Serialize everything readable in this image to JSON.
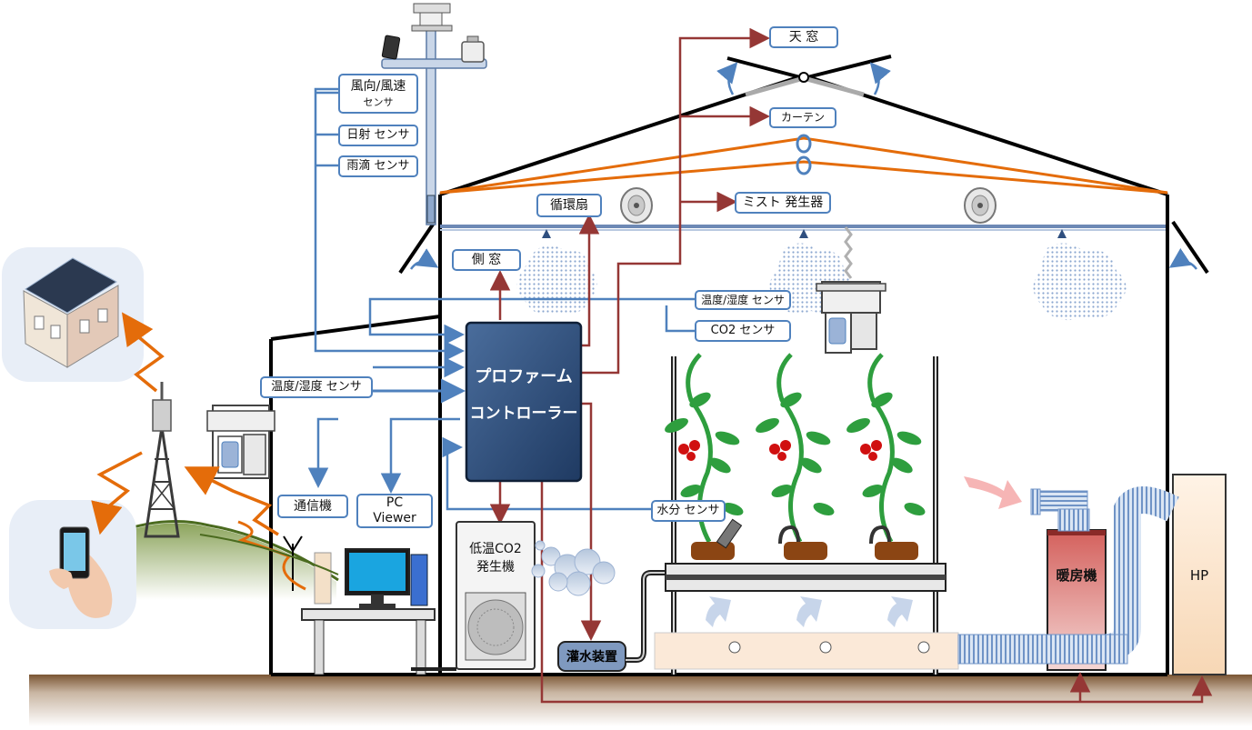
{
  "controller": {
    "line1": "プロファーム",
    "line2": "コントローラー"
  },
  "labels": {
    "roof_window": "天 窓",
    "curtain": "カーテン",
    "fan": "循環扇",
    "mist": "ミスト 発生器",
    "side_window": "側 窓",
    "wind_sensor_l1": "風向/風速",
    "wind_sensor_l2": "センサ",
    "solar_sensor": "日射 センサ",
    "rain_sensor": "雨滴 センサ",
    "temp_hum_inside": "温度/湿度 センサ",
    "co2_sensor": "CO2 センサ",
    "temp_hum_outside": "温度/湿度 センサ",
    "comm": "通信機",
    "pc_l1": "PC",
    "pc_l2": "Viewer",
    "moisture_sensor": "水分 センサ",
    "co2_gen_l1": "低温CO2",
    "co2_gen_l2": "発生機",
    "irrigation": "灌水装置",
    "heater": "暖房機",
    "hp": "HP"
  },
  "colors": {
    "signal_blue": "#4f81bd",
    "control_red": "#953735",
    "curtain_orange": "#e46c0a",
    "controller_fill": "#2e4f7d",
    "heater_red": "#c0504d",
    "ground_brown": "#7a5533",
    "plant_green": "#2e9e3e",
    "tomato_red": "#d01010"
  },
  "icons": [
    "house-solar-icon",
    "smartphone-icon",
    "radio-tower-icon",
    "pc-monitor-icon",
    "weather-station-icon",
    "circulation-fan-icon",
    "tomato-plant-icon"
  ]
}
